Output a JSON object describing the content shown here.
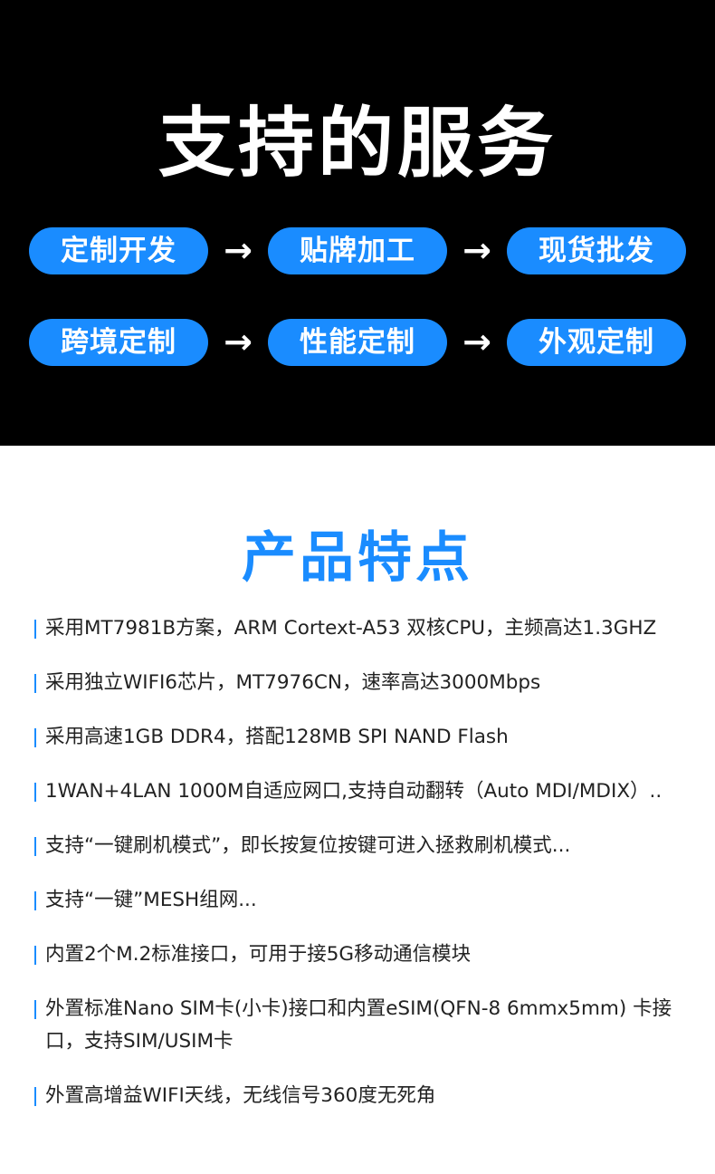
{
  "header": {
    "title": "支持的服务"
  },
  "services": {
    "rows": [
      [
        "定制开发",
        "贴牌加工",
        "现货批发"
      ],
      [
        "跨境定制",
        "性能定制",
        "外观定制"
      ]
    ],
    "arrow": "→"
  },
  "features": {
    "title": "产品特点",
    "items": [
      "采用MT7981B方案，ARM Cortext-A53 双核CPU，主频高达1.3GHZ",
      "采用独立WIFI6芯片，MT7976CN，速率高达3000Mbps",
      "采用高速1GB DDR4，搭配128MB SPI NAND Flash",
      "1WAN+4LAN 1000M自适应网口,支持自动翻转（Auto MDI/MDIX）..",
      "支持“一键刷机模式”，即长按复位按键可进入拯救刷机模式...",
      "支持“一键”MESH组网...",
      "内置2个M.2标准接口，可用于接5G移动通信模块",
      "外置标准Nano SIM卡(小卡)接口和内置eSIM(QFN-8 6mmx5mm) 卡接口，支持SIM/USIM卡",
      "外置高增益WIFI天线，无线信号360度无死角"
    ]
  },
  "colors": {
    "accent": "#1a8cff",
    "top_background": "#000000",
    "text": "#222222"
  }
}
